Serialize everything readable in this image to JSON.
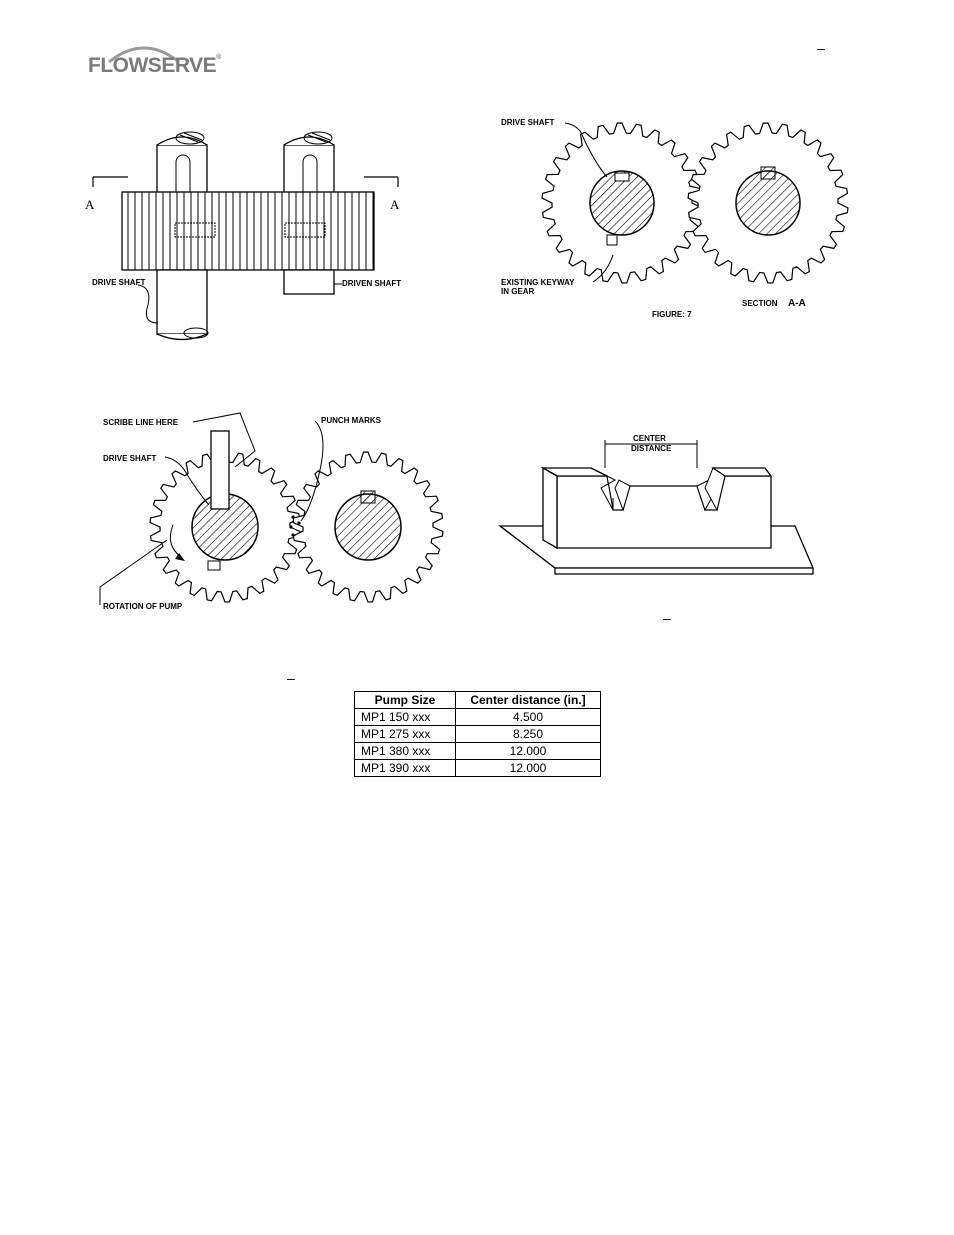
{
  "header": {
    "logo_text": "FLOWSERVE",
    "logo_reg": "®",
    "corner_dash": "–"
  },
  "figure_top_left": {
    "label_a_left": "A",
    "label_a_right": "A",
    "drive_shaft": "DRIVE SHAFT",
    "driven_shaft": "DRIVEN SHAFT"
  },
  "figure_top_right": {
    "drive_shaft": "DRIVE SHAFT",
    "existing_keyway_1": "EXISTING KEYWAY",
    "existing_keyway_2": "IN GEAR",
    "figure_label": "FIGURE: 7",
    "section_label": "SECTION",
    "section_aa": "A-A"
  },
  "figure_bottom_left": {
    "scribe_line": "SCRIBE LINE HERE",
    "drive_shaft": "DRIVE SHAFT",
    "punch_marks": "PUNCH MARKS",
    "rotation": "ROTATION OF PUMP"
  },
  "figure_bottom_right": {
    "center_1": "CENTER",
    "center_2": "DISTANCE",
    "caption_dash": "–"
  },
  "table_caption_dash": "–",
  "table": {
    "headers": [
      "Pump Size",
      "Center distance (in.]"
    ],
    "rows": [
      [
        "MP1 150 xxx",
        "4.500"
      ],
      [
        "MP1 275 xxx",
        "8.250"
      ],
      [
        "MP1 380 xxx",
        "12.000"
      ],
      [
        "MP1 390 xxx",
        "12.000"
      ]
    ]
  }
}
